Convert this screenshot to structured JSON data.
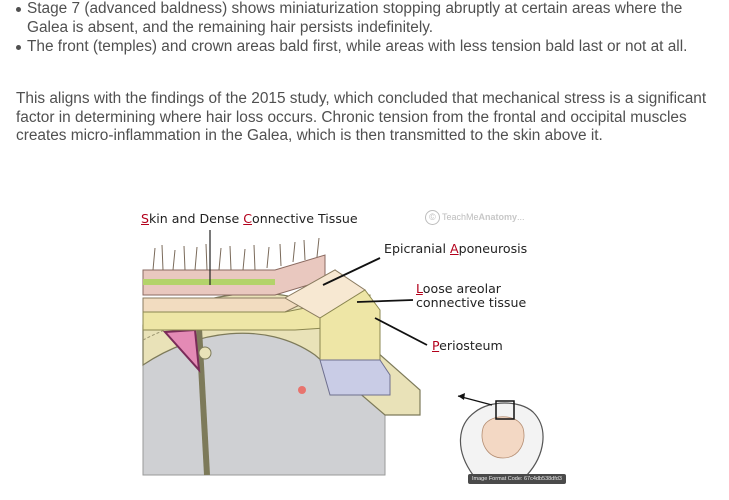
{
  "bullets": [
    "Stage 7 (advanced baldness) shows miniaturization stopping abruptly at certain areas where the Galea is absent, and the remaining hair persists indefinitely.",
    "The front (temples) and crown areas bald first, while areas with less tension bald last or not at all."
  ],
  "paragraph": "This aligns with the findings of the 2015 study, which concluded that mechanical stress is a significant factor in determining where hair loss occurs. Chronic tension from the frontal and occipital muscles creates micro-inflammation in the Galea, which is then transmitted to the skin above it.",
  "figure": {
    "labels": {
      "skin": {
        "cap1": "S",
        "t1": "kin and Dense ",
        "cap2": "C",
        "t2": "onnective Tissue"
      },
      "epicranial": {
        "t0": "Epicranial ",
        "cap": "A",
        "t1": "poneurosis"
      },
      "loose": {
        "cap": "L",
        "t1": "oose areolar",
        "line2": "connective tissue"
      },
      "periosteum": {
        "cap": "P",
        "t1": "eriosteum"
      }
    },
    "logo": {
      "prefix": "TeachMe",
      "brand": "Anatomy",
      "suffix": "..."
    },
    "image_code": "Image Format Code: 67c4db538dfd3",
    "colors": {
      "label_accent": "#b3001b",
      "skin": "#e9c8bf",
      "galea": "#f2dcc0",
      "areolar": "#eee6a6",
      "periosteum": "#c9cce6"
    }
  }
}
